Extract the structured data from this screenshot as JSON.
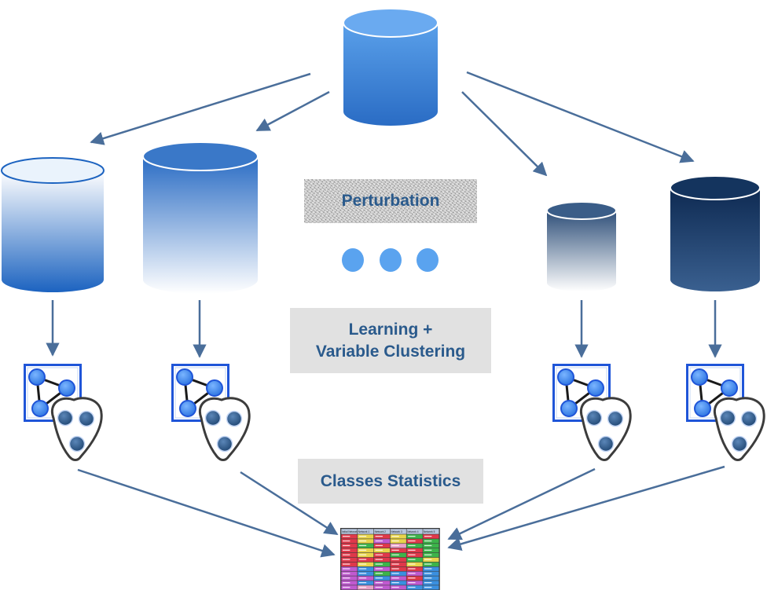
{
  "labels": {
    "perturbation": "Perturbation",
    "learning": "Learning +\nVariable Clustering",
    "classes": "Classes Statistics"
  },
  "colors": {
    "arrow": "#4a6e9a",
    "source_top": "#5aa0ea",
    "source_bottom": "#2a6cc4",
    "ellipsis_dot": "#5aa3ef",
    "network_border": "#1f55d8",
    "network_node": "#4a8ff0",
    "cluster_node": "#2a5a8c",
    "text": "#2a5a8c",
    "label_background": "#e1e1e1"
  },
  "databases": [
    {
      "name": "source-database",
      "top": "#5aa0ea",
      "bottom": "#2a6cc4",
      "lid": "#6aaaf0"
    },
    {
      "name": "perturbed-database-1",
      "top": "#ffffff",
      "bottom": "#1c63c0",
      "lid": "#eaf3fc"
    },
    {
      "name": "perturbed-database-2",
      "top": "#2a6cc4",
      "bottom": "#ffffff",
      "lid": "#3a78c8"
    },
    {
      "name": "perturbed-database-3",
      "top": "#2e4f79",
      "bottom": "#ffffff",
      "lid": "#3a5d88"
    },
    {
      "name": "perturbed-database-4",
      "top": "#0e2a52",
      "bottom": "#3a6090",
      "lid": "#14345e"
    }
  ],
  "ellipsis_count": 3,
  "table_thumbnail": {
    "header": [
      "Initial Network",
      "Network 1",
      "Network 2",
      "Network 3",
      "Network 4",
      "Network 5"
    ],
    "row_colors": [
      [
        "#e0384a",
        "#e8d44c",
        "#e0384a",
        "#e8d44c",
        "#3cb44a",
        "#e0384a"
      ],
      [
        "#e0384a",
        "#e8d44c",
        "#c05ad0",
        "#e8d44c",
        "#e0384a",
        "#3cb44a"
      ],
      [
        "#e0384a",
        "#3cb44a",
        "#e0384a",
        "#e8a0c8",
        "#3cb44a",
        "#3cb44a"
      ],
      [
        "#e0384a",
        "#e8d44c",
        "#e8d44c",
        "#e0384a",
        "#e0384a",
        "#3cb44a"
      ],
      [
        "#e0384a",
        "#e8d44c",
        "#e0384a",
        "#3cb44a",
        "#e0384a",
        "#3cb44a"
      ],
      [
        "#e0384a",
        "#e0384a",
        "#e0384a",
        "#e0384a",
        "#3cb44a",
        "#e8d44c"
      ],
      [
        "#e0384a",
        "#e8d44c",
        "#3cb44a",
        "#e0384a",
        "#e8d44c",
        "#3cb44a"
      ],
      [
        "#c05ad0",
        "#3a90e0",
        "#c05ad0",
        "#e0384a",
        "#e0384a",
        "#3a90e0"
      ],
      [
        "#c05ad0",
        "#3a90e0",
        "#3cb44a",
        "#3a90e0",
        "#c05ad0",
        "#3a90e0"
      ],
      [
        "#c05ad0",
        "#c05ad0",
        "#3a90e0",
        "#c05ad0",
        "#e0384a",
        "#3a90e0"
      ],
      [
        "#c05ad0",
        "#3a90e0",
        "#c05ad0",
        "#3a90e0",
        "#c05ad0",
        "#3a90e0"
      ],
      [
        "#c05ad0",
        "#e8a0c8",
        "#c05ad0",
        "#c05ad0",
        "#3a90e0",
        "#3a90e0"
      ],
      [
        "#c05ad0",
        "#3cb44a",
        "#3a90e0",
        "#c05ad0",
        "#3a90e0",
        "#3a90e0"
      ]
    ]
  }
}
